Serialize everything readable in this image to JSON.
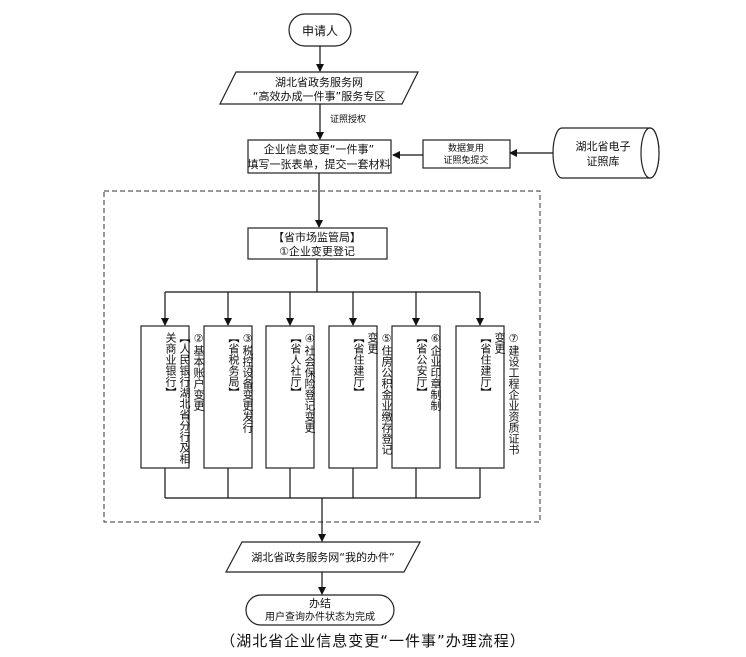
{
  "nodes": {
    "applicant": "申请人",
    "portal": {
      "line1": "湖北省政务服务网",
      "line2": "“高效办成一件事”服务专区"
    },
    "edge_authorize": "证照授权",
    "form": {
      "line1": "企业信息变更“一件事”",
      "line2": "填写一张表单，提交一套材料"
    },
    "reuse": {
      "line1": "数据复用",
      "line2": "证照免提交"
    },
    "cert_db": {
      "line1": "湖北省电子",
      "line2": "证照库"
    },
    "market": {
      "line1": "【省市场监管局】",
      "line2": "①企业变更登记"
    },
    "my_items": "湖北省政务服务网“我的办件”",
    "finish": {
      "line1": "办结",
      "line2": "用户查询办件状态为完成"
    }
  },
  "departments": [
    {
      "org": "【人民银行湖北省分行及相关商业银行】",
      "task": "②基本账户变更"
    },
    {
      "org": "【省税务局】",
      "task": "③税控设备变更发行"
    },
    {
      "org": "【省人社厅】",
      "task": "④社会保险登记变更"
    },
    {
      "org": "【省住建厅】",
      "task": "⑤住房公积金业缴存登记变更"
    },
    {
      "org": "【省公安厅】",
      "task": "⑥企业印章制制"
    },
    {
      "org": "【省住建厅】",
      "task": "⑦建设工程企业资质证书变更"
    }
  ],
  "caption": "（湖北省企业信息变更“一件事”办理流程）"
}
